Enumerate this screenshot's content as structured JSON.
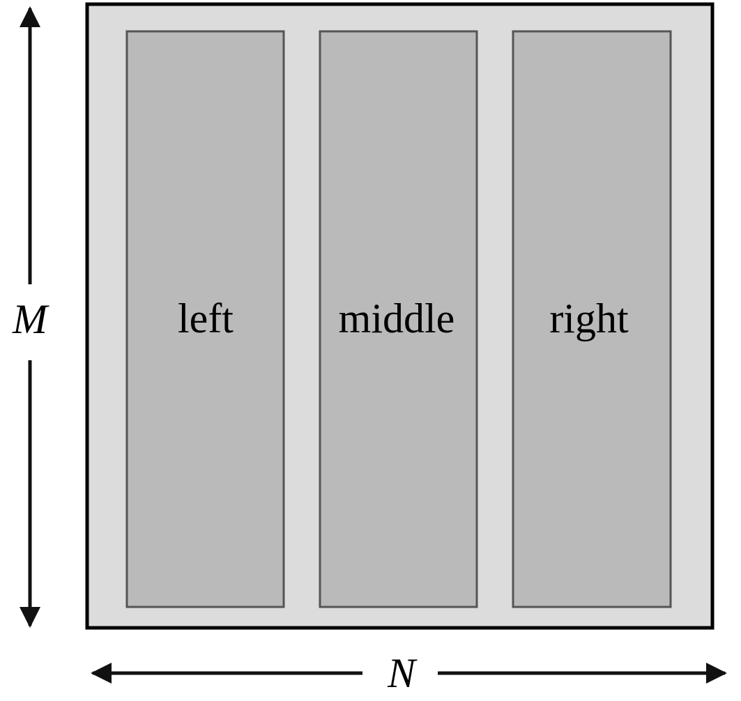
{
  "panels": [
    {
      "id": "left",
      "label": "left"
    },
    {
      "id": "middle",
      "label": "middle"
    },
    {
      "id": "right",
      "label": "right"
    }
  ],
  "dimensions": {
    "height_label": "M",
    "width_label": "N"
  },
  "colors": {
    "outer_fill": "#dcdcdc",
    "outer_stroke": "#000000",
    "panel_fill": "#bababa",
    "panel_stroke": "#555555",
    "arrow": "#111111",
    "text": "#000000"
  }
}
